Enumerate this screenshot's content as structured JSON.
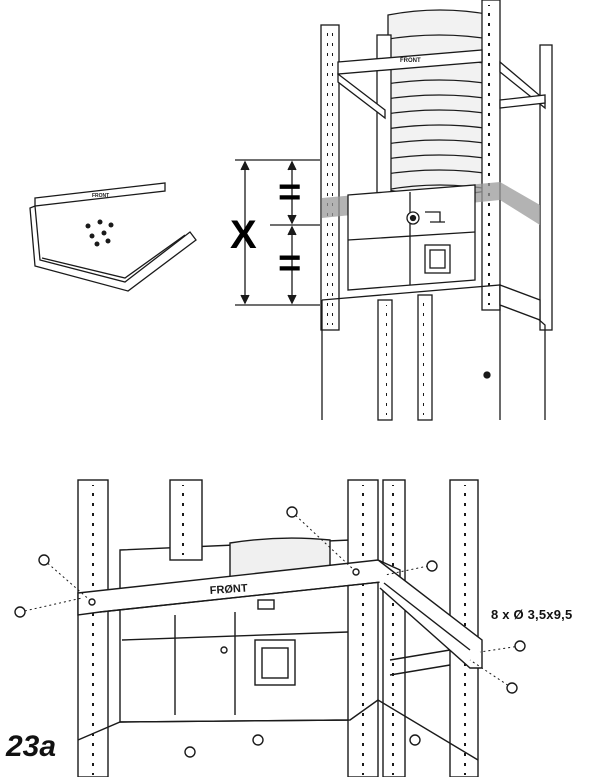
{
  "figure": {
    "number": "23a",
    "dimension_label": "X",
    "equal_top": "=",
    "equal_bottom": "=",
    "bracket_small_label": "FRONT",
    "bracket_label_top": "FRONT",
    "bracket_label_bottom": "FRØNT",
    "screw_spec": "8 x Ø 3,5x9,5"
  },
  "colors": {
    "line": "#1a1a1a",
    "highlight_band": "#9a9a9a",
    "background": "#ffffff"
  }
}
